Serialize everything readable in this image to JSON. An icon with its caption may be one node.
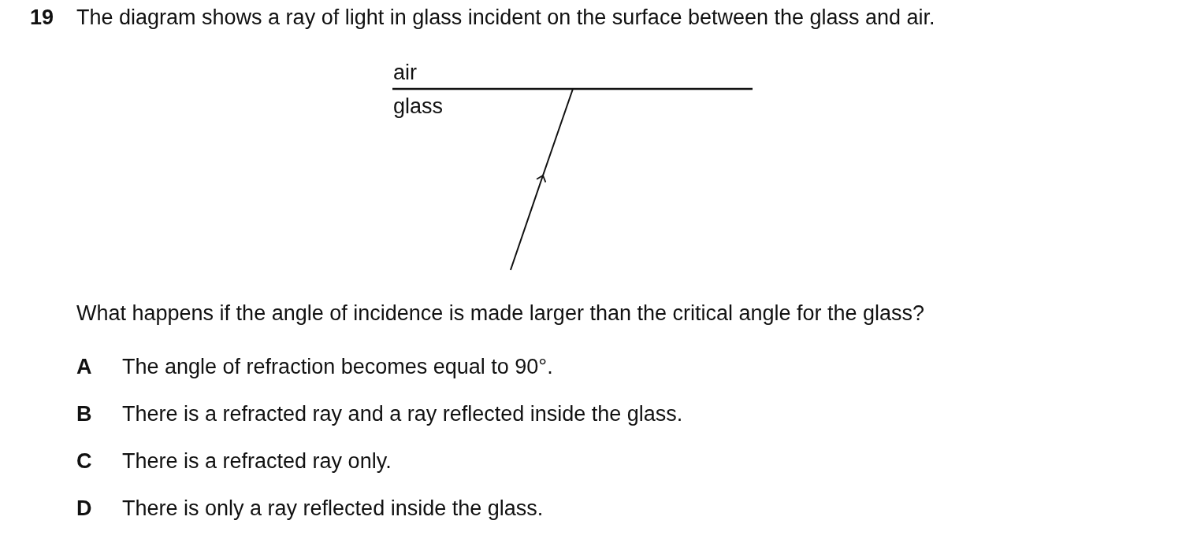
{
  "diagram": {
    "labels": [
      "19",
      "The diagram shows a ray of light in glass incident on the surface between the glass and air.",
      "air",
      "glass",
      "What happens if the angle of incidence is made larger than the critical angle for the glass?",
      "A",
      "The angle of refraction becomes equal to 90°.",
      "B",
      "There is a refracted ray and a ray reflected inside the glass.",
      "C",
      "There is a refracted ray only.",
      "D",
      "There is only a ray reflected inside the glass."
    ]
  }
}
